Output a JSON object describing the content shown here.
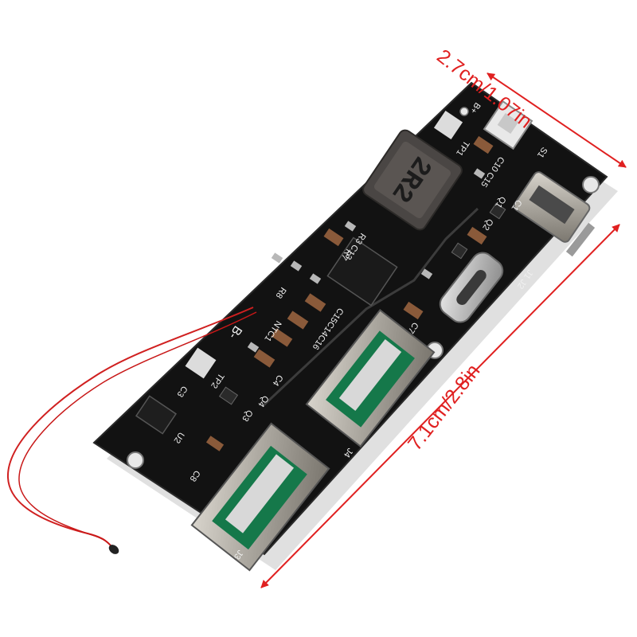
{
  "dimensions": {
    "width_label": "2.7cm/1.07in",
    "length_label": "7.1cm/2.8in",
    "color": "#e02020"
  },
  "board": {
    "color": "#111111",
    "silkscreen": {
      "j1j2": "J1 J2",
      "tp1": "TP1",
      "tp2": "TP2",
      "j3": "J3",
      "j4": "J4",
      "u2": "U2",
      "c8": "C8",
      "r8": "R8",
      "ntc1": "NTC1",
      "b_minus": "B-",
      "b_plus": "B+",
      "l1_value": "2R2",
      "c10c15": "C10 C15",
      "c1": "C1",
      "q1": "Q1",
      "q2": "Q2",
      "q3": "Q3",
      "q4": "Q4",
      "r3c13": "R3 C13",
      "r7": "R7",
      "c15c14c16": "C15C14C16",
      "c7": "C7",
      "c4": "C4",
      "c3": "C3",
      "s1": "S1"
    }
  }
}
